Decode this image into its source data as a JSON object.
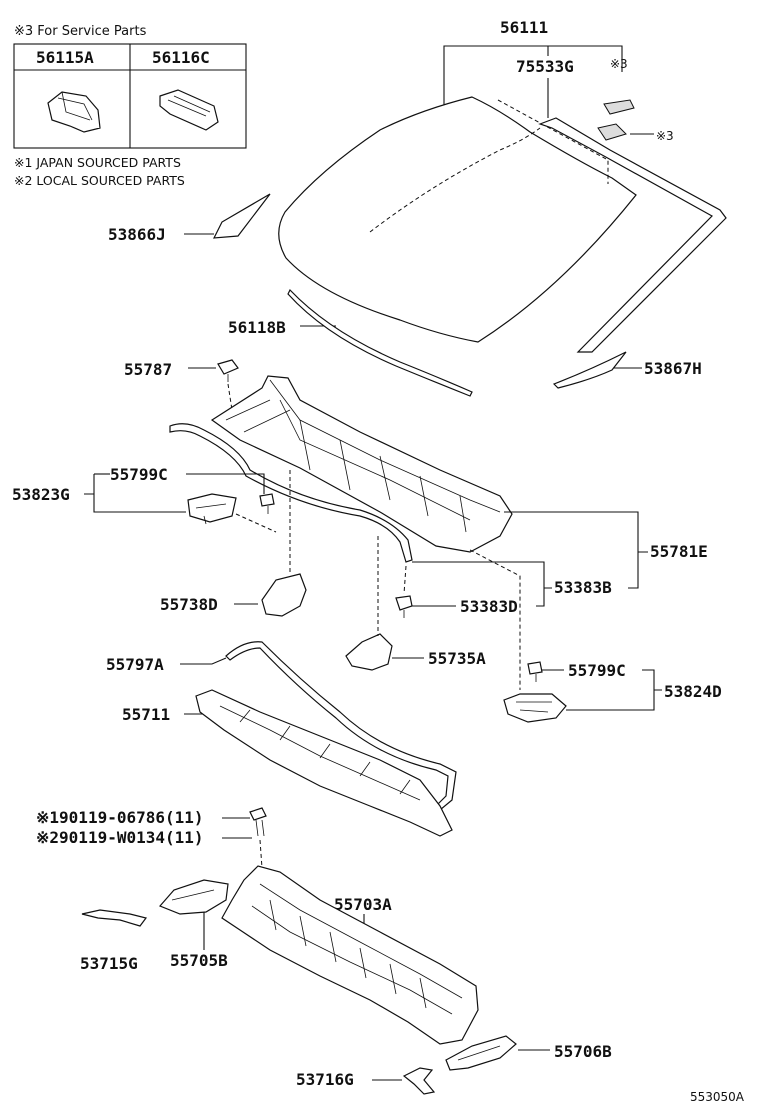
{
  "service_note": "※3 For Service Parts",
  "service_parts": [
    "56115A",
    "56116C"
  ],
  "notes": [
    "※1 JAPAN SOURCED PARTS",
    "※2 LOCAL SOURCED PARTS"
  ],
  "labels": {
    "p56111": "56111",
    "p75533G": "75533G",
    "m3a": "※3",
    "m3b": "※3",
    "p53866J": "53866J",
    "p56118B": "56118B",
    "p55787": "55787",
    "p53867H": "53867H",
    "p55799C_a": "55799C",
    "p53823G": "53823G",
    "p55781E": "55781E",
    "p53383B": "53383B",
    "p55738D": "55738D",
    "p53383D": "53383D",
    "p55797A": "55797A",
    "p55735A": "55735A",
    "p55799C_b": "55799C",
    "p53824D": "53824D",
    "p55711": "55711",
    "bolt1": "※190119-06786(11)",
    "bolt2": "※290119-W0134(11)",
    "p55703A": "55703A",
    "p53715G": "53715G",
    "p55705B": "55705B",
    "p55706B": "55706B",
    "p53716G": "53716G"
  },
  "reference": "553050A"
}
